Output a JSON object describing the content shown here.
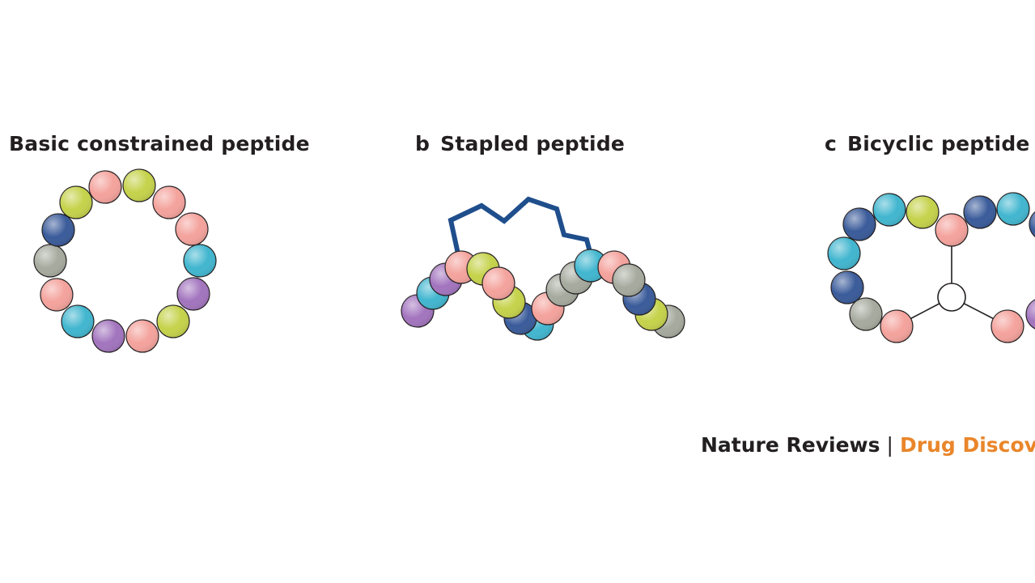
{
  "panels": [
    {
      "letter": "",
      "title": "Basic constrained peptide"
    },
    {
      "letter": "b",
      "title": "Stapled peptide"
    },
    {
      "letter": "c",
      "title": "Bicyclic peptide"
    }
  ],
  "footer": {
    "publisher": "Nature Reviews",
    "separator": "|",
    "journal": "Drug Discove"
  },
  "colors": {
    "pink": "#f4a29c",
    "green": "#c5d24a",
    "navy": "#3a5b9a",
    "gray": "#a6aa9e",
    "cyan": "#41b6cf",
    "purple": "#a274be",
    "staple": "#1f4e8c"
  }
}
